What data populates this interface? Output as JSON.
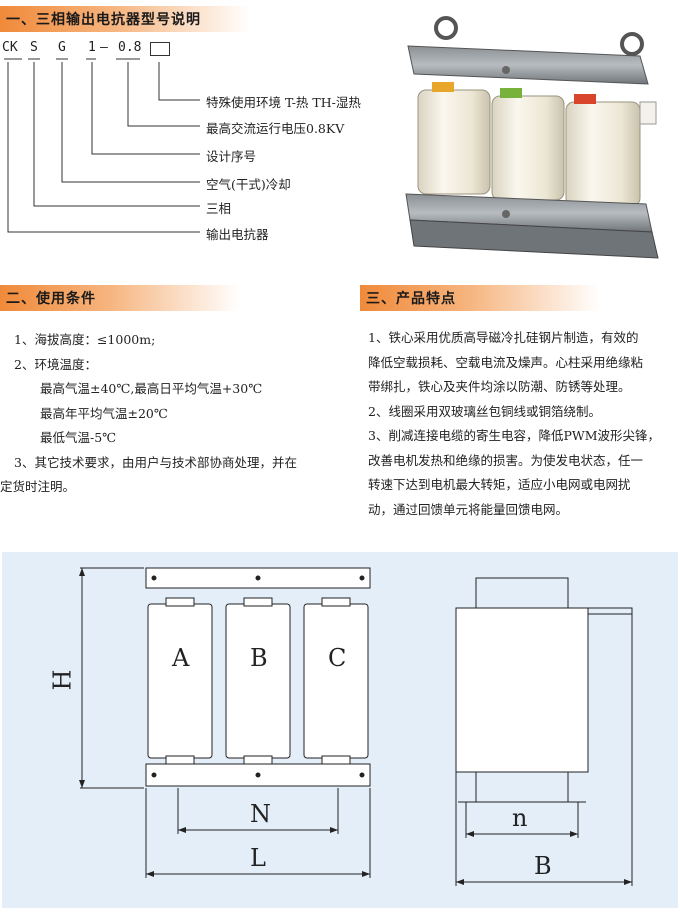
{
  "section1": {
    "title": "一、三相输出电抗器型号说明",
    "model": {
      "p1": "CK",
      "p2": "S",
      "p3": "G",
      "p4": "1",
      "dash": "—",
      "p5": "0.8"
    },
    "labels": [
      "特殊使用环境 T-热 TH-湿热",
      "最高交流运行电压0.8KV",
      "设计序号",
      "空气(干式)冷却",
      "三相",
      "输出电抗器"
    ]
  },
  "section2": {
    "title": "二、使用条件",
    "lines": [
      "1、海拔高度：≤1000m;",
      "2、环境温度：",
      "最高气温±40℃,最高日平均气温+30℃",
      "最高年平均气温±20℃",
      "最低气温-5℃",
      "3、其它技术要求，由用户与技术部协商处理，并在",
      "定货时注明。"
    ]
  },
  "section3": {
    "title": "三、产品特点",
    "lines": [
      "1、铁心采用优质高导磁冷扎硅钢片制造，有效的",
      "降低空载损耗、空载电流及燥声。心柱采用绝缘粘",
      "带绑扎，铁心及夹件均涂以防潮、防锈等处理。",
      "2、线圈采用双玻璃丝包铜线或铜箔绕制。",
      "3、削减连接电缆的寄生电容，降低PWM波形尖锋，",
      "改善电机发热和绝缘的损害。为使发电状态，任一",
      "转速下达到电机最大转矩，适应小电网或电网扰",
      "动，通过回馈单元将能量回馈电网。"
    ]
  },
  "drawing": {
    "coils": [
      "A",
      "B",
      "C"
    ],
    "dims": {
      "H": "H",
      "N": "N",
      "L": "L",
      "n": "n",
      "B": "B"
    }
  },
  "colors": {
    "header": "#f08a3a",
    "drawing_bg": "#e3eef9",
    "coil_top": "#e8a62a",
    "coil_mid": "#77b33a",
    "coil_right": "#d9452a"
  }
}
